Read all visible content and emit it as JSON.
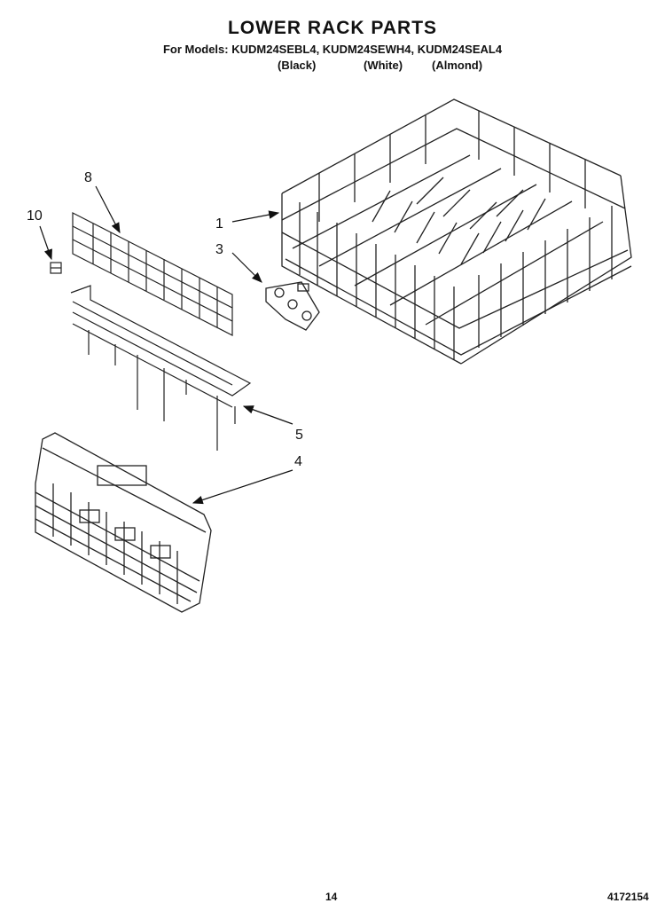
{
  "header": {
    "title": "LOWER RACK PARTS",
    "models": "For Models: KUDM24SEBL4, KUDM24SEWH4, KUDM24SEAL4",
    "color_black": "(Black)",
    "color_white": "(White)",
    "color_almond": "(Almond)"
  },
  "callouts": {
    "c1": "1",
    "c3": "3",
    "c4": "4",
    "c5": "5",
    "c8": "8",
    "c10": "10"
  },
  "footer": {
    "page": "14",
    "code": "4172154"
  }
}
